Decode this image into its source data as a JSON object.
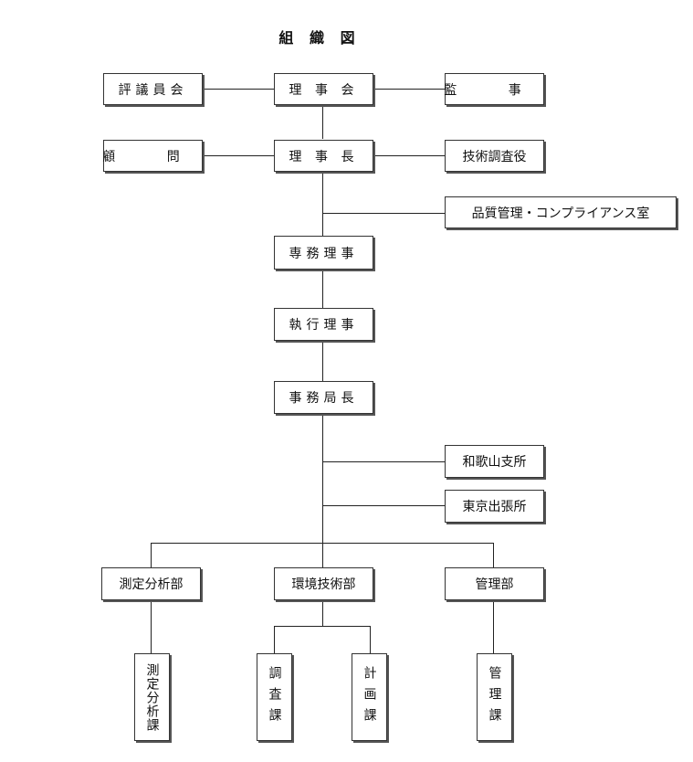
{
  "title": "組 織 図",
  "nodes": {
    "hyogiinkai": "評議員会",
    "rijikai": "理 事 会",
    "kanji": "監 事",
    "komon": "顧 問",
    "rijicho": "理 事 長",
    "gijutsu_chosayaku": "技術調査役",
    "compliance": "品質管理・コンプライアンス室",
    "senmu": "専務理事",
    "shikko": "執行理事",
    "jimukyokucho": "事務局長",
    "wakayama": "和歌山支所",
    "tokyo": "東京出張所",
    "sokutei_bu": "測定分析部",
    "kankyo_bu": "環境技術部",
    "kanri_bu": "管理部",
    "sokutei_ka": "測定分析課",
    "chosa_ka": "調査課",
    "keikaku_ka": "計画課",
    "kanri_ka": "管理課"
  }
}
